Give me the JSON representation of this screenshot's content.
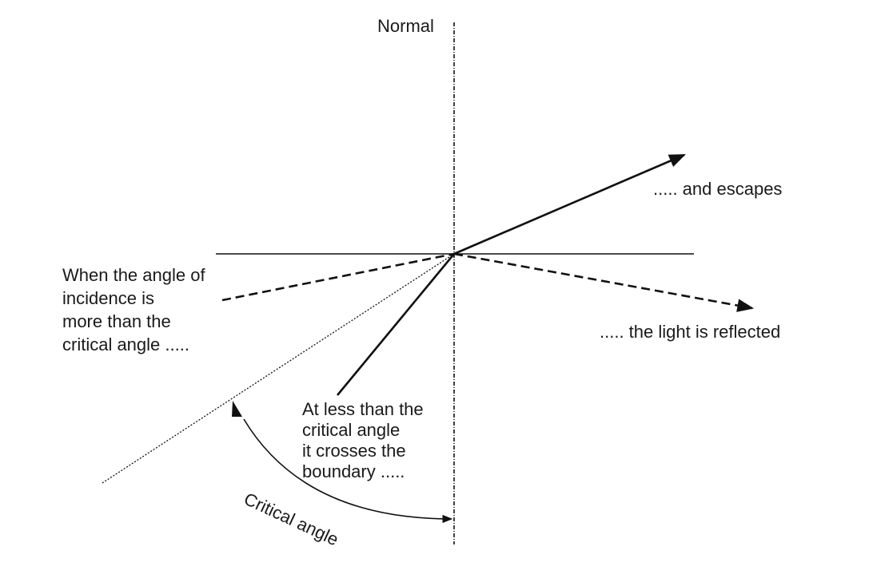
{
  "labels": {
    "normal": "Normal",
    "escapes": "..... and escapes",
    "reflected": "..... the light is reflected",
    "more_than": "When the angle of\nincidence is\nmore than the\ncritical angle .....",
    "less_than": "At less than the\ncritical angle\nit crosses the\nboundary .....",
    "critical_angle": "Critical angle"
  },
  "colors": {
    "ink": "#111111",
    "background": "#ffffff"
  }
}
